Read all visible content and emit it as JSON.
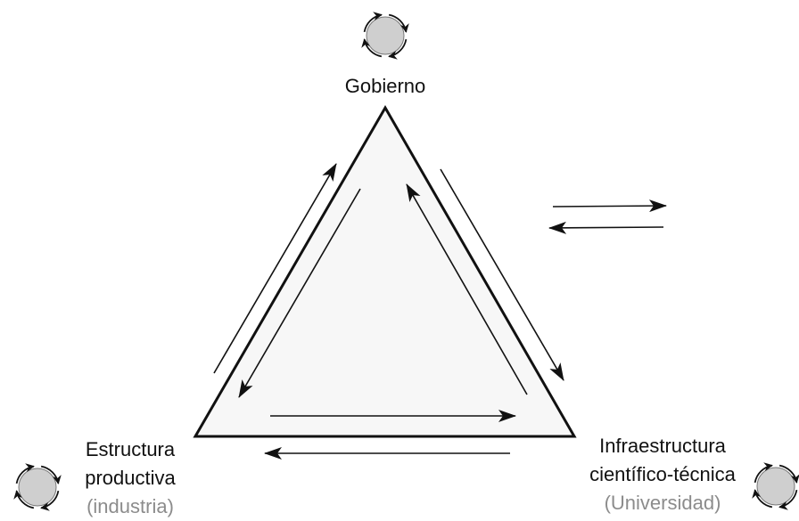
{
  "nodes": {
    "top": {
      "line1": "Gobierno"
    },
    "left": {
      "line1": "Estructura",
      "line2": "productiva",
      "line3": "(industria)"
    },
    "right": {
      "line1": "Infraestructura",
      "line2": "científico-técnica",
      "line3": "(Universidad)"
    }
  },
  "colors": {
    "stroke": "#111111",
    "triangle_fill": "#f7f7f7",
    "cycle_fill": "#cfcfcf",
    "muted_text": "#8c8c8c"
  },
  "icons": {
    "cycle": "cycle-arrows-icon"
  }
}
